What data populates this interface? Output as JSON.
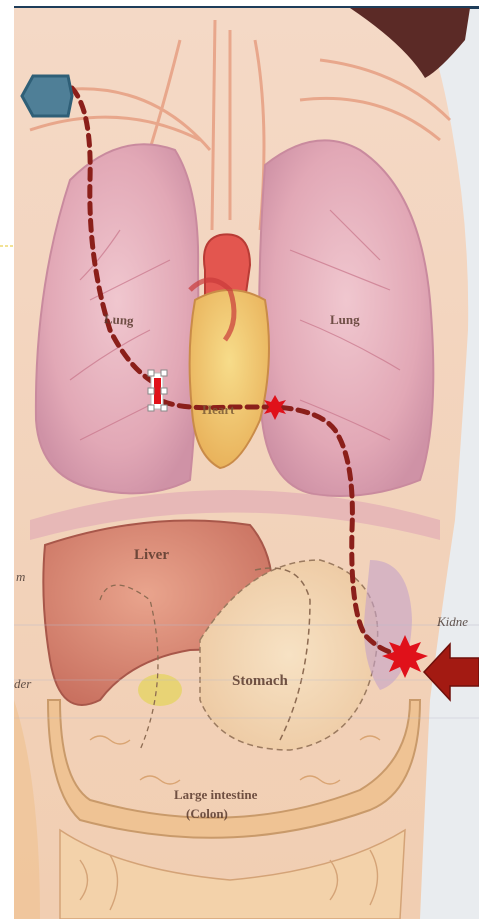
{
  "labels": {
    "lung_left": "Lung",
    "lung_right": "Lung",
    "heart": "Heart",
    "liver": "Liver",
    "stomach": "Stomach",
    "large_intestine_line1": "Large intestine",
    "large_intestine_line2": "(Colon)",
    "kidney_edge": "Kidne",
    "left_edge_1": "m",
    "left_edge_2": "der"
  },
  "markers": {
    "start_marker_icon": "pentagon-arrow-icon",
    "end_marker_icon": "arrow-left-icon",
    "path_style": "dashed",
    "colors": {
      "path": "#8b1f1a",
      "start_marker": "#4f7f97",
      "end_arrow": "#a31a12",
      "burst": "#e0111a"
    }
  }
}
